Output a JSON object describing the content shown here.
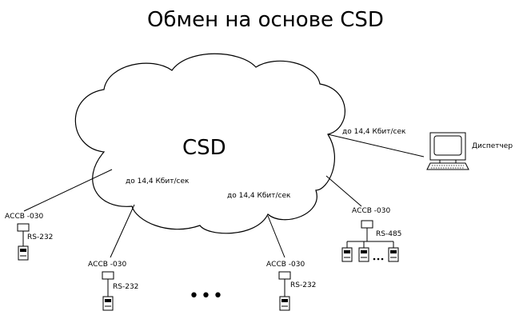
{
  "title": "Обмен на основе CSD",
  "cloud_label": "CSD",
  "links": {
    "dispatcher_link": "до 14,4 Кбит/сек",
    "left_link": "до 14,4 Кбит/сек",
    "center_link": "до 14,4 Кбит/сек"
  },
  "dispatcher_label": "Диспетчер",
  "devices": {
    "assv_1": "АССВ -030",
    "rs_1": "RS-232",
    "assv_2": "АССВ -030",
    "rs_2": "RS-232",
    "assv_3": "АССВ -030",
    "rs_3": "RS-232",
    "assv_4": "АССВ -030",
    "rs_4": "RS-485"
  },
  "more_marker": "•••"
}
